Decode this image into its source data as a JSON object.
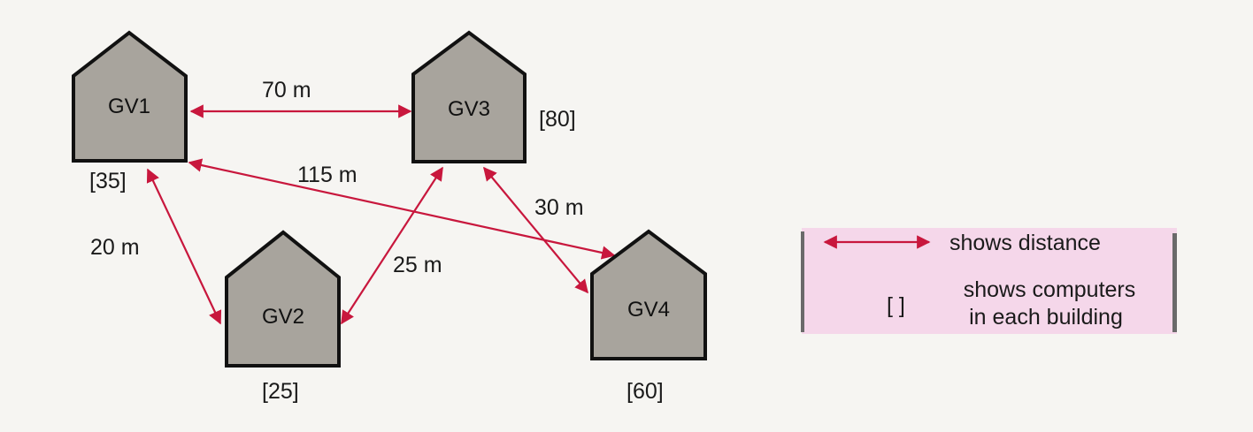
{
  "diagram": {
    "buildings": [
      {
        "id": "GV1",
        "label": "GV1",
        "computers": "[35]"
      },
      {
        "id": "GV2",
        "label": "GV2",
        "computers": "[25]"
      },
      {
        "id": "GV3",
        "label": "GV3",
        "computers": "[80]"
      },
      {
        "id": "GV4",
        "label": "GV4",
        "computers": "[60]"
      }
    ],
    "links": [
      {
        "from": "GV1",
        "to": "GV3",
        "distance": "70 m"
      },
      {
        "from": "GV1",
        "to": "GV4",
        "distance": "115 m"
      },
      {
        "from": "GV1",
        "to": "GV2",
        "distance": "20 m"
      },
      {
        "from": "GV3",
        "to": "GV2",
        "distance": "25 m"
      },
      {
        "from": "GV3",
        "to": "GV4",
        "distance": "30 m"
      }
    ],
    "arrow_color": "#c8173d",
    "building_color": "#a8a49d"
  },
  "legend": {
    "arrow_text": "shows distance",
    "bracket_symbol": "[ ]",
    "bracket_text_line1": "shows computers",
    "bracket_text_line2": "in each building",
    "background_color": "#f5d7ea"
  }
}
